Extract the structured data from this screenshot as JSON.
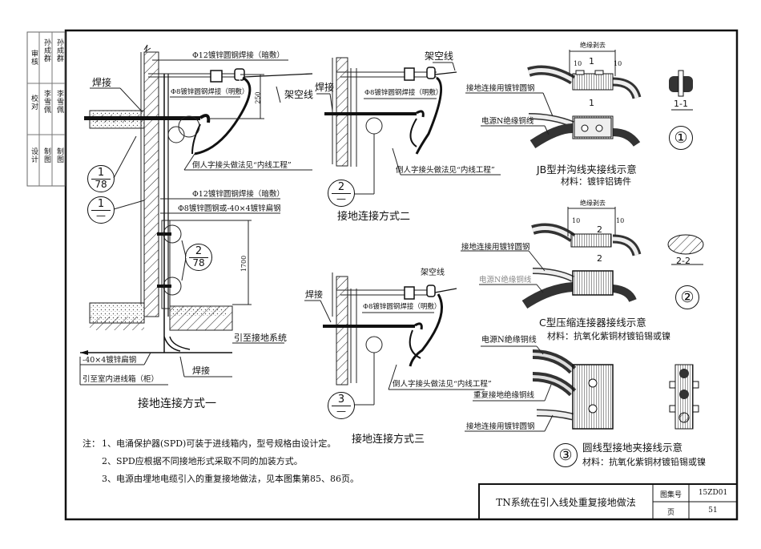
{
  "side_block": {
    "rows": [
      {
        "role": "审核",
        "names": [
          "孙成群",
          "孙成群"
        ]
      },
      {
        "role": "校对",
        "names": [
          "李雪佩",
          "李雪佩"
        ]
      },
      {
        "role": "设计",
        "names": [
          "制图",
          "制图"
        ]
      }
    ]
  },
  "figure1": {
    "title": "接地连接方式一",
    "labels": {
      "phi12_top": "Φ12镀锌圆钢焊接（暗敷）",
      "weld_left": "焊接",
      "phi8": "Φ8镀锌圆钢焊接（明敷）",
      "overhead": "架空线",
      "joint": "倒人字接头做法见“内线工程”",
      "phi12_mid": "Φ12镀锌圆钢焊接（暗敷）",
      "phi8_flat": "Φ8镀锌圆钢或-40×4镀锌扁钢",
      "to_ground": "引至接地系统",
      "flat_steel": "-40×4镀锌扁钢",
      "weld_bottom": "焊接",
      "to_box": "引至室内进线箱（柜）"
    },
    "dims": {
      "d250": "250",
      "d1700": "1700"
    },
    "callouts": [
      {
        "num": "1",
        "den": "78"
      },
      {
        "num": "1",
        "den": "—"
      },
      {
        "num": "2",
        "den": "78"
      }
    ]
  },
  "figure2": {
    "title": "接地连接方式二",
    "labels": {
      "overhead": "架空线",
      "weld": "焊接",
      "phi8": "Φ8镀锌圆钢焊接（明敷）",
      "joint": "倒人字接头做法见“内线工程”"
    },
    "callout": {
      "num": "2",
      "den": "—"
    }
  },
  "figure3": {
    "title": "接地连接方式三",
    "labels": {
      "overhead": "架空线",
      "weld": "焊接",
      "phi8": "Φ8镀锌圆钢焊接（明敷）",
      "joint": "倒人字接头做法见“内线工程”"
    },
    "callout": {
      "num": "3",
      "den": "—"
    }
  },
  "detail1": {
    "number": "①",
    "title": "JB型并沟线夹接线示意",
    "material": "材料：镀锌铝铸件",
    "strip": "绝缘剥去",
    "d10a": "10",
    "d10b": "10",
    "sec_top": "1",
    "sec_bot": "1",
    "section": "1-1",
    "label_steel": "接地连接用镀锌圆钢",
    "label_n": "电源N绝缘铜线"
  },
  "detail2": {
    "number": "②",
    "title": "C型压缩连接器接线示意",
    "material": "材料：抗氧化紫铜材镀铅锡或镍",
    "strip": "绝缘剥去",
    "d10a": "10",
    "d10b": "10",
    "sec_top": "2",
    "sec_bot": "2",
    "section": "2-2",
    "label_steel": "接地连接用镀锌圆钢",
    "label_n": "电源N绝缘铜线"
  },
  "detail3": {
    "number": "③",
    "title": "圆线型接地夹接线示意",
    "material": "材料：抗氧化紫铜材镀铅锡或镍",
    "label_n": "电源N绝缘铜线",
    "label_repeat": "重复接地绝缘铜线",
    "label_steel": "接地连接用镀锌圆钢"
  },
  "notes": {
    "prefix": "注：",
    "items": [
      "1、电涌保护器(SPD)可装于进线箱内，型号规格由设计定。",
      "2、SPD应根据不同接地形式采取不同的加装方式。",
      "3、电源由埋地电缆引入的重复接地做法，见本图集第85、86页。"
    ]
  },
  "title_block": {
    "title": "TN系统在引入线处重复接地做法",
    "atlas_label": "图集号",
    "atlas_value": "15ZD01",
    "page_label": "页",
    "page_value": "51"
  }
}
